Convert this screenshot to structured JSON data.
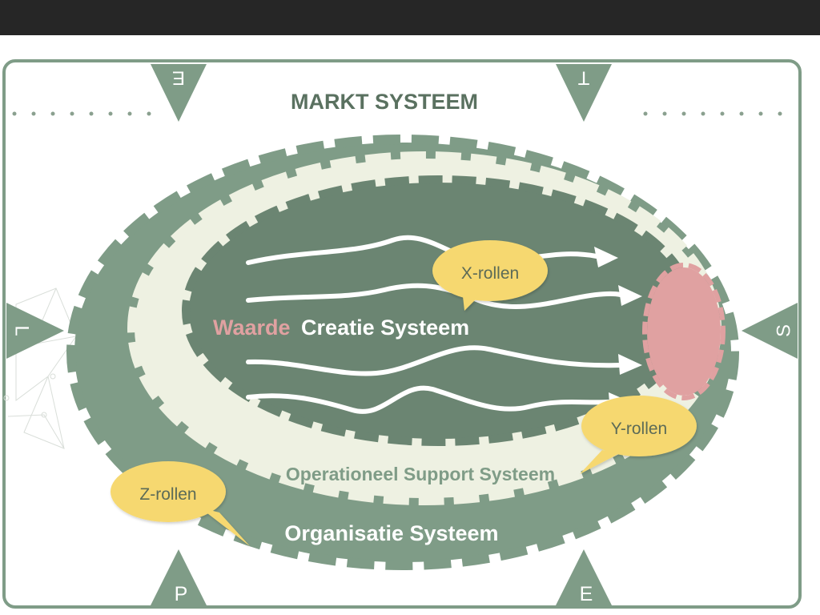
{
  "diagram": {
    "title": "MARKT SYSTEEM",
    "core_word_highlight": "Waarde",
    "core_label": "Creatie Systeem",
    "middle_label": "Operationeel Support Systeem",
    "outer_label": "Organisatie Systeem",
    "bubbles": {
      "x": "X-rollen",
      "y": "Y-rollen",
      "z": "Z-rollen"
    },
    "pestel": {
      "top_left": "E",
      "top_right": "T",
      "left": "L",
      "right": "S",
      "bottom_left": "P",
      "bottom_right": "E"
    }
  },
  "colors": {
    "dark_green": "#6b8572",
    "mid_green": "#7f9c87",
    "light_cream": "#eef1e2",
    "title_green": "#5a7160",
    "accent_pink": "#e0a1a1",
    "bubble_yellow": "#f6d86f",
    "bubble_text": "#5c6b57"
  }
}
